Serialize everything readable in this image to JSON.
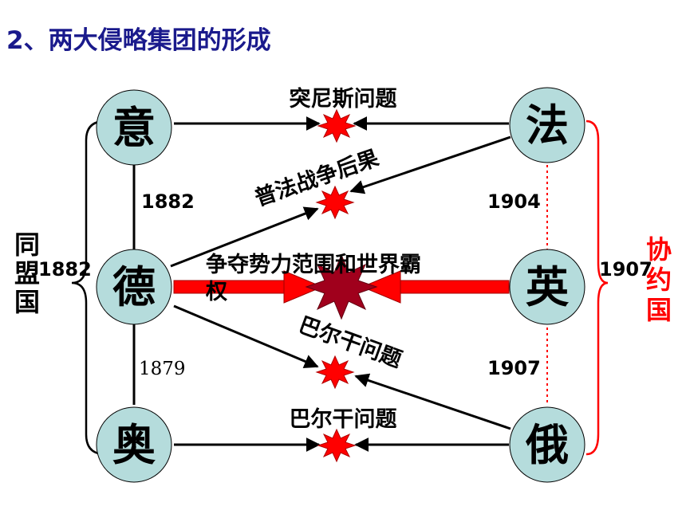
{
  "title": "2、两大侵略集团的形成",
  "nodes": {
    "italy": "意",
    "germany": "德",
    "austria": "奥",
    "france": "法",
    "britain": "英",
    "russia": "俄"
  },
  "issues": {
    "tunisia": "突尼斯问题",
    "franco_prussian": "普法战争后果",
    "hegemony_line1": "争夺势力范围和世界霸",
    "hegemony_line2": "权",
    "balkan_1": "巴尔干问题",
    "balkan_2": "巴尔干问题"
  },
  "years": {
    "italy_germany": "1882",
    "triple_alliance": "1882",
    "germany_austria": "1879",
    "france_britain": "1904",
    "britain_russia": "1907",
    "triple_entente": "1907"
  },
  "groups": {
    "triple_alliance": [
      "同",
      "盟",
      "国"
    ],
    "triple_entente": [
      "协",
      "约",
      "国"
    ]
  },
  "colors": {
    "title": "#1a1a8c",
    "node_fill": "#b5dcdc",
    "entente": "#ff0000",
    "burst": "#ff0000",
    "burst_big": "#a0001c",
    "arrow": "#000000"
  }
}
